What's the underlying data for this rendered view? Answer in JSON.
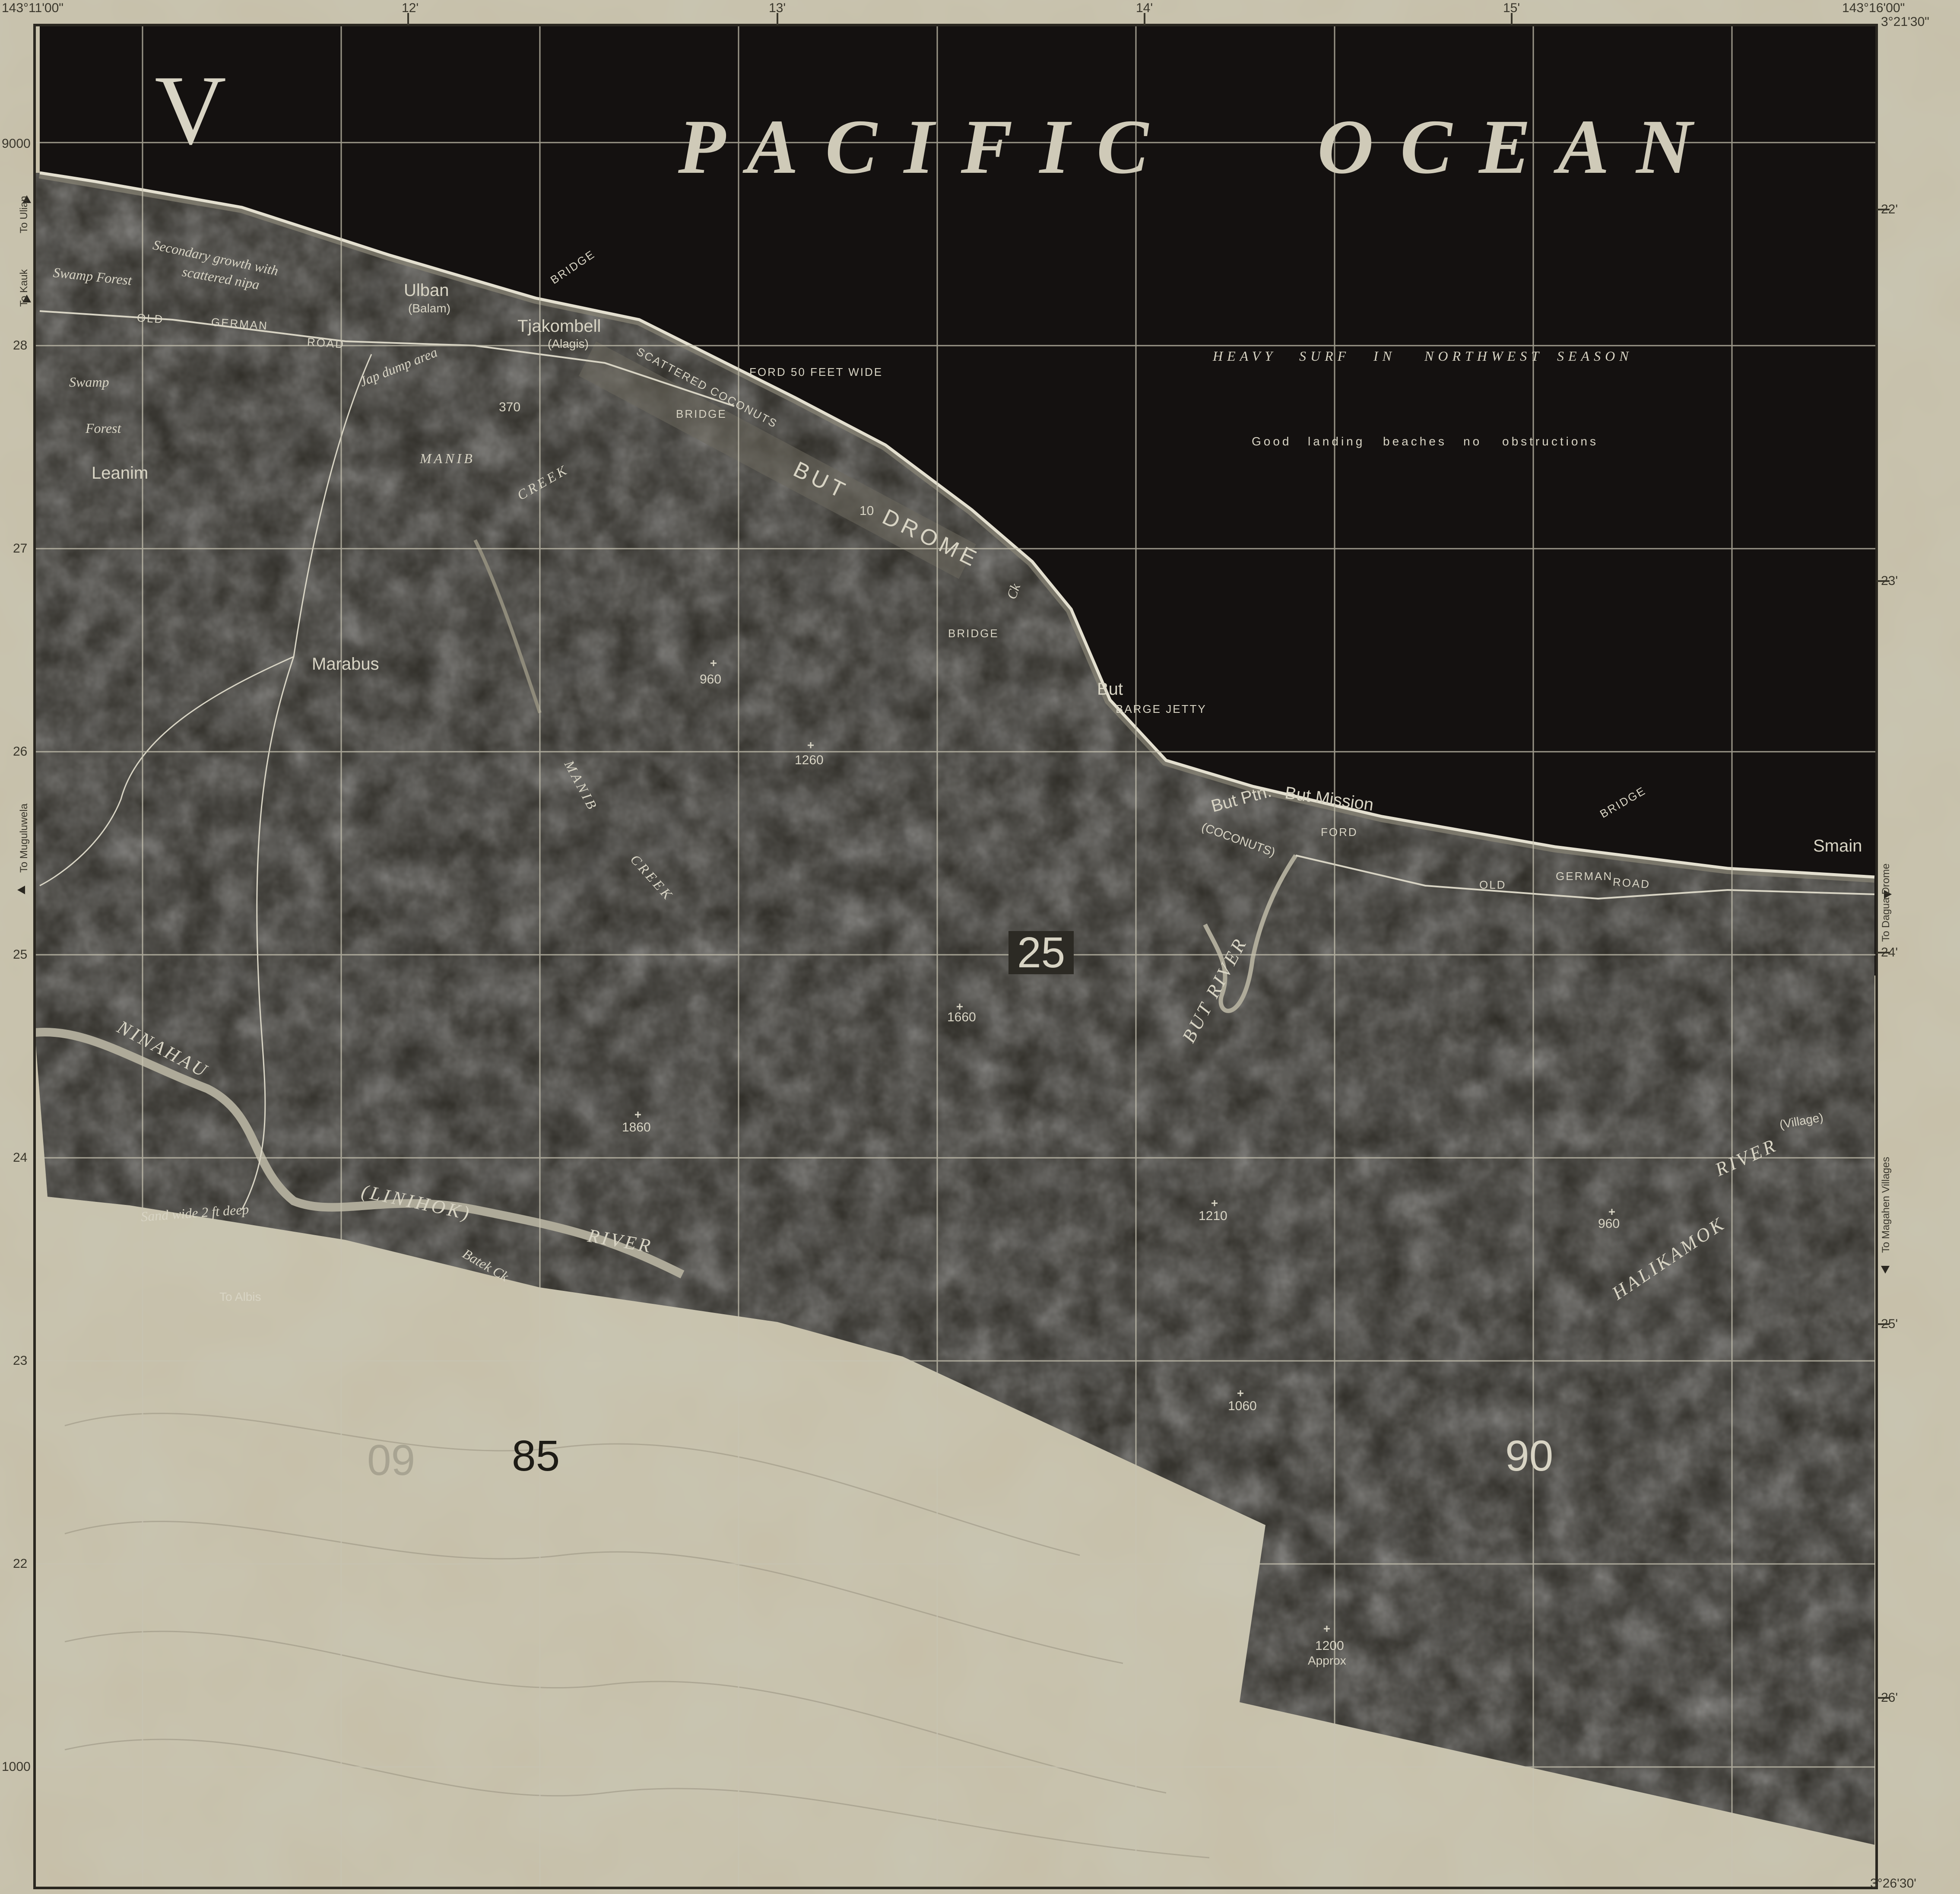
{
  "sheet_letter": "V",
  "ocean_label": [
    "PACIFIC",
    "OCEAN"
  ],
  "margin": {
    "corner_top_left": "143°11'00\"",
    "corner_top_right": "143°16'00\"",
    "corner_right_top": "3°21'30\"",
    "corner_bottom_right": "3°26'30'",
    "top_ticks": [
      "12'",
      "13'",
      "14'",
      "15'"
    ],
    "right_ticks": [
      "22'",
      "23'",
      "24'",
      "25'",
      "26'"
    ],
    "left_northings": [
      "9000",
      "28",
      "27",
      "26",
      "25",
      "24",
      "23",
      "22",
      "1000"
    ],
    "arrows": {
      "to_ulian": "To Ulian",
      "to_kauk": "To Kauk",
      "to_mugulowela": "To Muguluwela",
      "to_dagua": "To Dagua Drome",
      "to_magahen": "To Magahen Villages"
    }
  },
  "grid_numbers": {
    "center": "25",
    "lower_left": "85",
    "lower_right": "90",
    "faint": "09"
  },
  "places": {
    "ulban": "Ulban",
    "ulban_alt": "(Balam)",
    "tjakombel": "Tjakombell",
    "tjakombel_alt": "(Alagis)",
    "leanim": "Leanim",
    "marabus": "Marabus",
    "but": "But",
    "but_mission": "But Mission",
    "but_ptn": "But Ptn.",
    "but_ptn_alt": "(COCONUTS)",
    "smain": "Smain",
    "village": "(Village)",
    "to_albis": "To Albis"
  },
  "features": {
    "bridge": "BRIDGE",
    "ford_wide": "FORD 50 FEET WIDE",
    "scattered_coconuts": "SCATTERED COCONUTS",
    "old_german_road": [
      "OLD",
      "GERMAN",
      "ROAD"
    ],
    "barge_jetty": "BARGE JETTY",
    "ford": "FORD",
    "but_drome": [
      "BUT",
      "DROME"
    ],
    "drome_elev": "10",
    "jap_dump": "Jap dump area",
    "ck": "Ck",
    "sand_note": "Sand wide 2 ft deep",
    "approx": "Approx"
  },
  "vegetation": {
    "secondary": "Secondary growth with",
    "scattered_nipa": "scattered nipa",
    "swamp_forest": "Swamp Forest",
    "swamp": "Swamp",
    "forest": "Forest"
  },
  "rivers": {
    "manib": "MANIB",
    "creek": "CREEK",
    "ninahau": "NINAHAU",
    "linihok": "(LINIHOK)",
    "river": "RIVER",
    "but_river": "BUT RIVER",
    "halikamok": "HALIKAMOK",
    "batek_ck": "Batek Ck"
  },
  "spot_heights": [
    "370",
    "960",
    "1260",
    "1660",
    "1860",
    "1210",
    "960",
    "1060",
    "1200"
  ],
  "notes": {
    "surf": [
      "HEAVY",
      "SURF",
      "IN",
      "NORTHWEST",
      "SEASON"
    ],
    "landing": [
      "Good",
      "landing",
      "beaches",
      "no",
      "obstructions"
    ]
  },
  "colors": {
    "sea": "#141110",
    "photo_land": "#2c2a24",
    "paper": "#c9c6b3",
    "label": "#d8d4c4",
    "margin_text": "#3a372c"
  }
}
